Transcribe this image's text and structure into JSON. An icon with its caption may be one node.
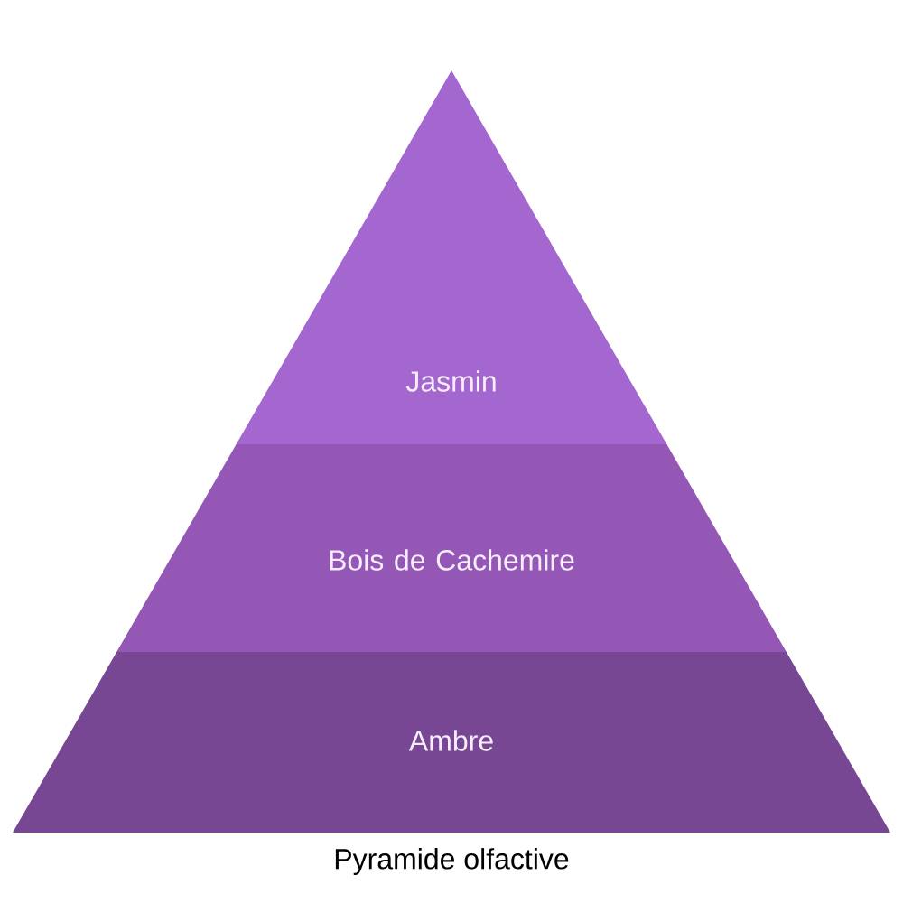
{
  "diagram": {
    "caption": "Pyramide olfactive",
    "nodes": [
      {
        "text": [
          "Jasmin"
        ]
      },
      {
        "text": [
          "Bois de Cachemire"
        ]
      },
      {
        "text": [
          "Ambre"
        ]
      }
    ]
  }
}
